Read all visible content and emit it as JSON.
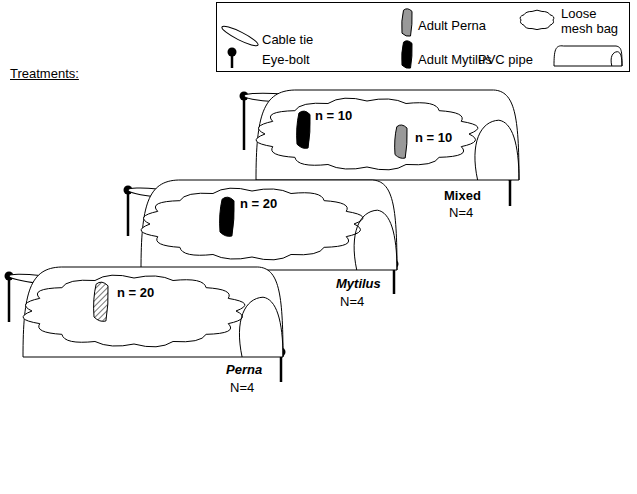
{
  "diagram": {
    "nodes": [
      {
        "text": [
          "n = 10",
          "n = 10"
        ]
      },
      {
        "text": [
          "n = 20"
        ]
      },
      {
        "text": [
          "n = 20"
        ]
      }
    ],
    "labels": [
      "Treatments:",
      "Mixed",
      "N=4",
      "Mytilus",
      "N=4",
      "Perna",
      "N=4"
    ],
    "legend": [
      {
        "text": "Cable tie"
      },
      {
        "text": "Adult Perna"
      },
      {
        "text": "Loose mesh bag"
      },
      {
        "text": "Eye-bolt"
      },
      {
        "text": "Adult Mytilus"
      },
      {
        "text": "PVC pipe"
      }
    ]
  }
}
